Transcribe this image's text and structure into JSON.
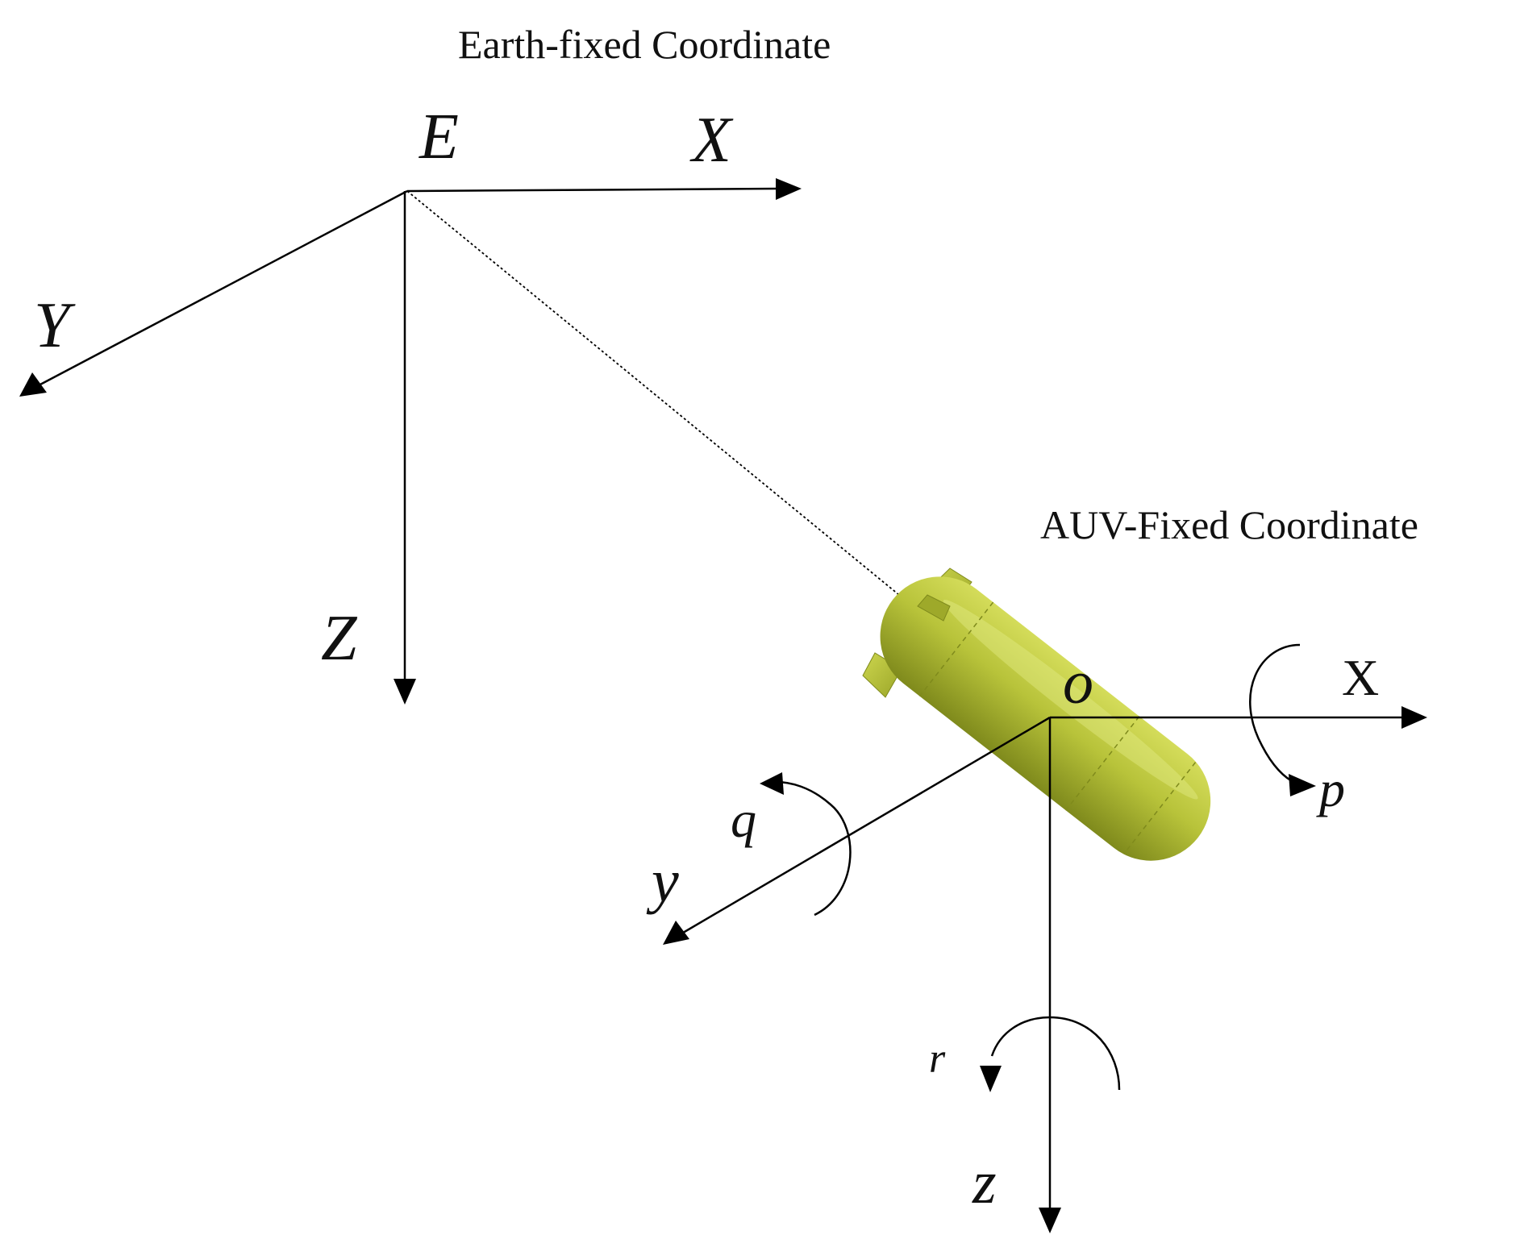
{
  "earth_frame": {
    "title": "Earth-fixed Coordinate",
    "origin_label": "E",
    "x_label": "X",
    "y_label": "Y",
    "z_label": "Z"
  },
  "auv_frame": {
    "title": "AUV-Fixed Coordinate",
    "origin_label": "o",
    "x_label": "X",
    "y_label": "y",
    "z_label": "z",
    "roll_label": "p",
    "pitch_label": "q",
    "yaw_label": "r"
  },
  "colors": {
    "auv_body": "#b8c33a",
    "auv_shade": "#8f9a22",
    "lines": "#000000"
  }
}
